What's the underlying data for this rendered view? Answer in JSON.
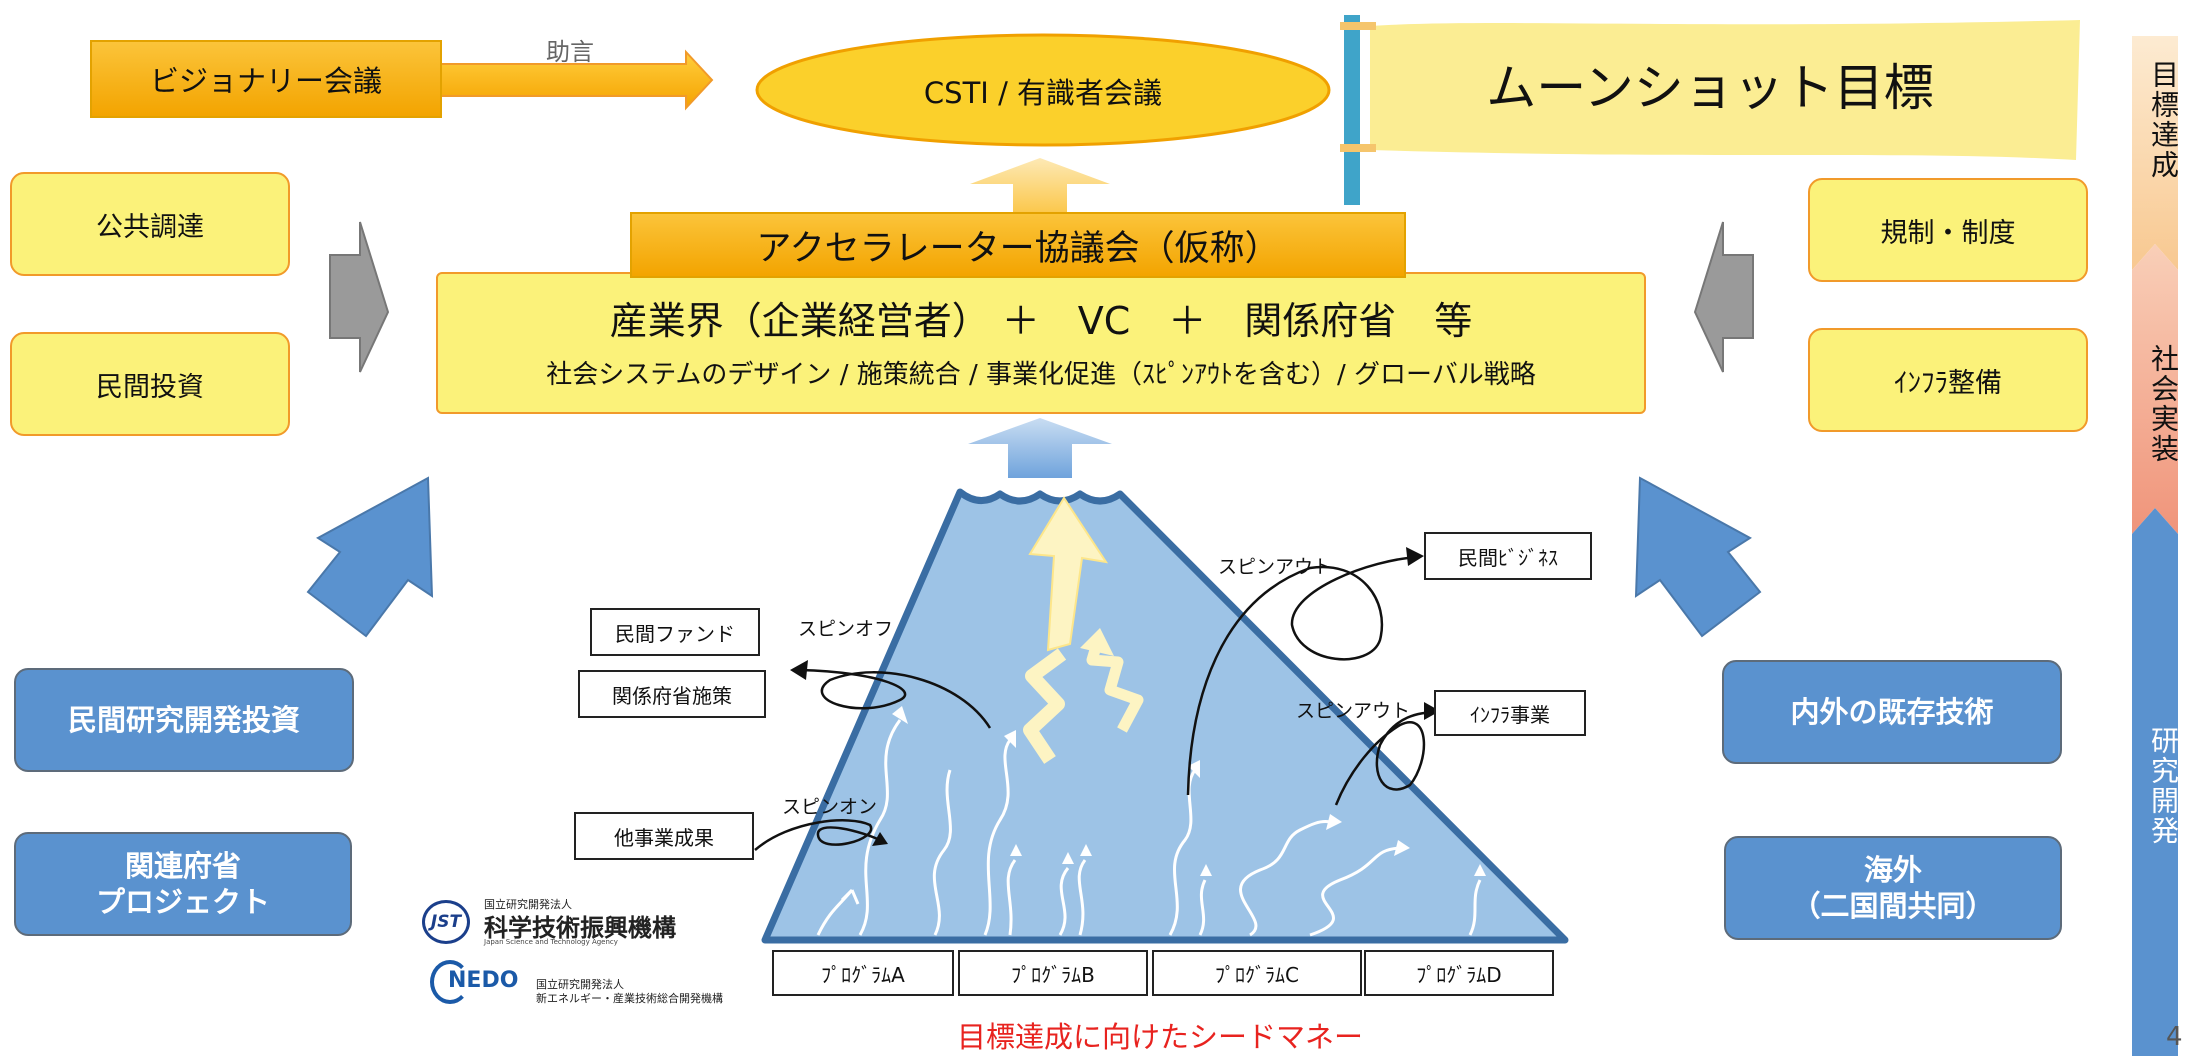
{
  "top": {
    "visionary": "ビジョナリー会議",
    "advice": "助言",
    "csti": "CSTI / 有識者会議",
    "goal_flag": "ムーンショット目標"
  },
  "left_yellow": [
    "公共調達",
    "民間投資"
  ],
  "right_yellow": [
    "規制・制度",
    "ｲﾝﾌﾗ整備"
  ],
  "accelerator": {
    "title": "アクセラレーター協議会（仮称）",
    "members": "産業界（企業経営者） ＋　VC　＋　関係府省　等",
    "activities": "社会システムのデザイン / 施策統合 / 事業化促進（ｽﾋﾟﾝｱｳﾄを含む）/ グローバル戦略"
  },
  "left_blue": [
    "民間研究開発投資",
    "関連府省\nプロジェクト"
  ],
  "right_blue": [
    "内外の既存技術",
    "海外\n（二国間共同）"
  ],
  "mountain": {
    "left_boxes": [
      "民間ファンド",
      "関係府省施策",
      "他事業成果"
    ],
    "spinoff": "スピンオフ",
    "spinon": "スピンオン",
    "spinout1": "スピンアウト",
    "spinout2": "スピンアウト",
    "right_boxes": [
      "民間ﾋﾞｼﾞﾈｽ",
      "ｲﾝﾌﾗ事業"
    ],
    "programs": [
      "ﾌﾟﾛｸﾞﾗﾑA",
      "ﾌﾟﾛｸﾞﾗﾑB",
      "ﾌﾟﾛｸﾞﾗﾑC",
      "ﾌﾟﾛｸﾞﾗﾑD"
    ]
  },
  "seed_money": "目標達成に向けたシードマネー",
  "logos": {
    "jst_mark": "JST",
    "jst_org_type": "国立研究開発法人",
    "jst_name": "科学技術振興機構",
    "jst_english": "Japan Science and Technology Agency",
    "nedo_mark": "NEDO",
    "nedo_org_type": "国立研究開発法人",
    "nedo_name": "新エネルギー・産業技術総合開発機構"
  },
  "sidebar": [
    "目標達成",
    "社会実装",
    "研究開発"
  ],
  "page_number": "4",
  "colors": {
    "yellow": "#fbf27a",
    "orange": "#f8b300",
    "blue": "#5a92cf",
    "mountain_fill": "#9dc3e6",
    "mountain_edge": "#3a6da3",
    "red": "#e8231f"
  }
}
